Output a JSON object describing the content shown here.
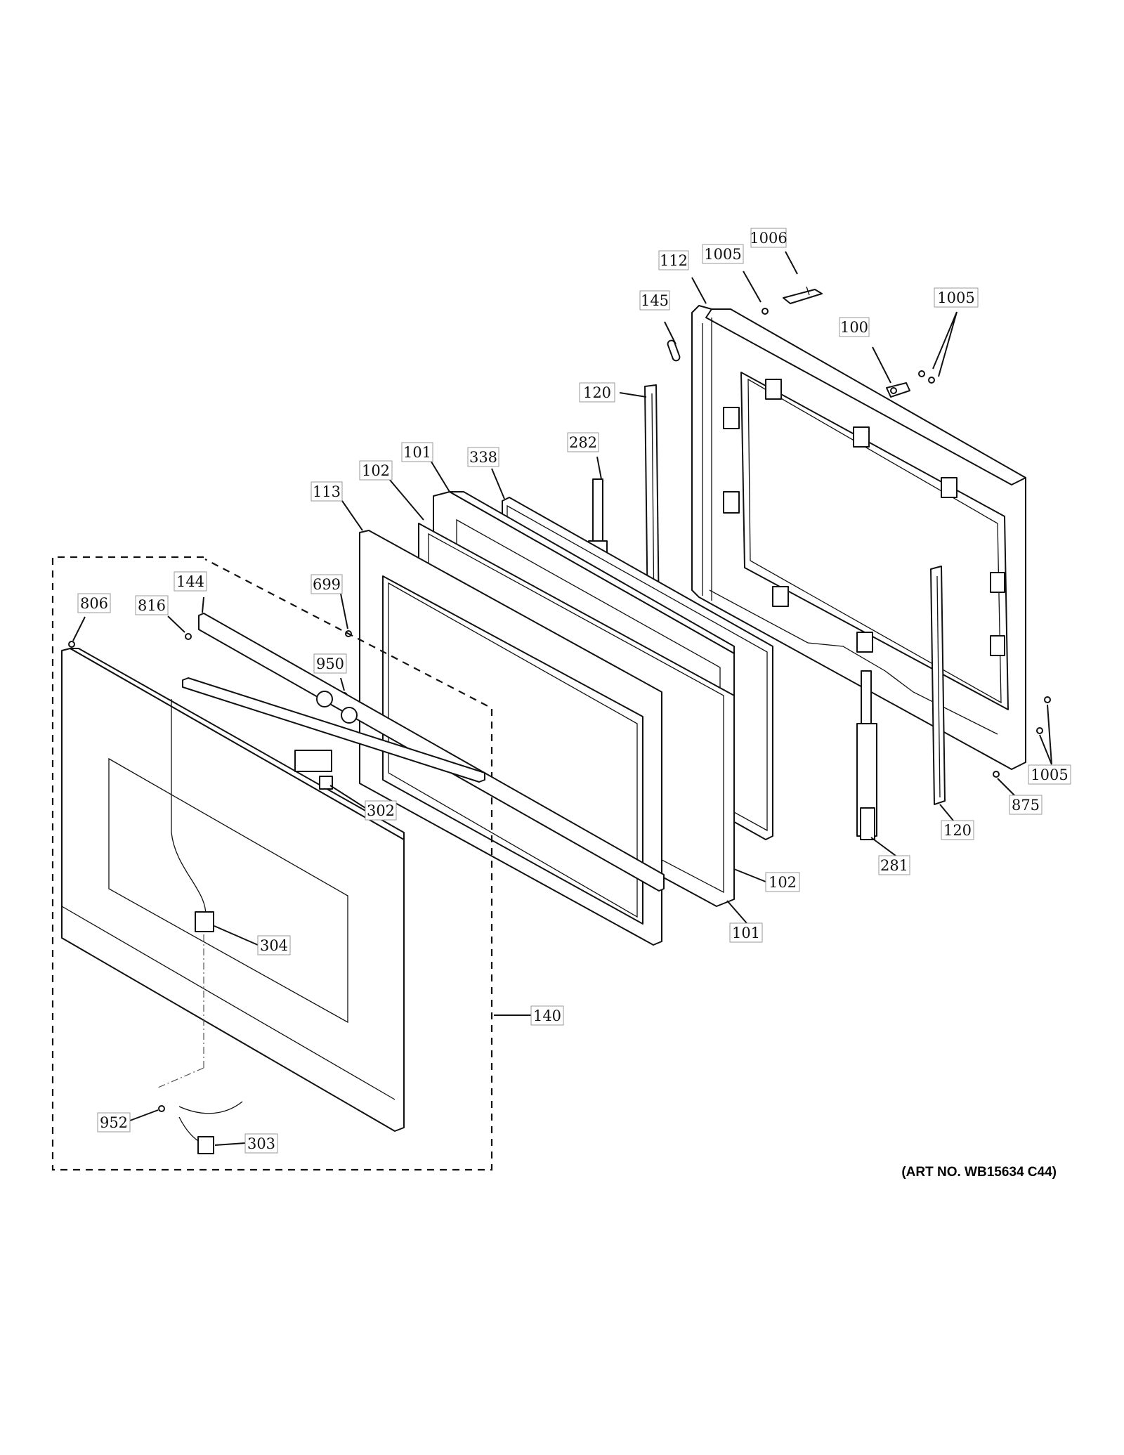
{
  "art_number": "(ART NO. WB15634 C44)",
  "labels": {
    "p1006": "1006",
    "p1005_top": "1005",
    "p112": "112",
    "p145": "145",
    "p1005_right": "1005",
    "p100": "100",
    "p120_top": "120",
    "p282": "282",
    "p101_top": "101",
    "p338": "338",
    "p102_top": "102",
    "p113": "113",
    "p699": "699",
    "p144": "144",
    "p806": "806",
    "p816": "816",
    "p950": "950",
    "p302": "302",
    "p1005_bottom": "1005",
    "p875": "875",
    "p120_bottom": "120",
    "p281": "281",
    "p102_bottom": "102",
    "p101_bottom": "101",
    "p304": "304",
    "p140": "140",
    "p952": "952",
    "p303": "303"
  }
}
